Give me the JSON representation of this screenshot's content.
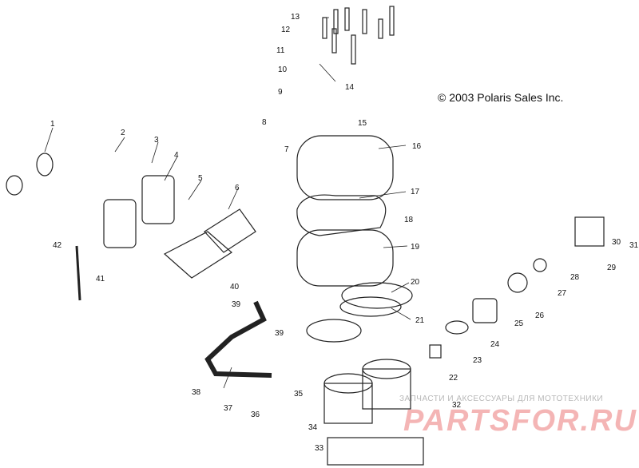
{
  "copyright": "© 2003 Polaris Sales Inc.",
  "watermark": {
    "tagline": "ЗАПЧАСТИ И АКСЕССУАРЫ ДЛЯ МОТОТЕХНИКИ",
    "brand": "PARTSFOR.RU"
  },
  "callouts": [
    "1",
    "2",
    "3",
    "4",
    "5",
    "6",
    "7",
    "8",
    "9",
    "10",
    "11",
    "12",
    "13",
    "14",
    "15",
    "16",
    "17",
    "18",
    "19",
    "20",
    "21",
    "22",
    "23",
    "24",
    "25",
    "26",
    "27",
    "28",
    "29",
    "30",
    "31",
    "32",
    "33",
    "34",
    "35",
    "36",
    "37",
    "38",
    "39",
    "39",
    "40",
    "41",
    "42"
  ]
}
